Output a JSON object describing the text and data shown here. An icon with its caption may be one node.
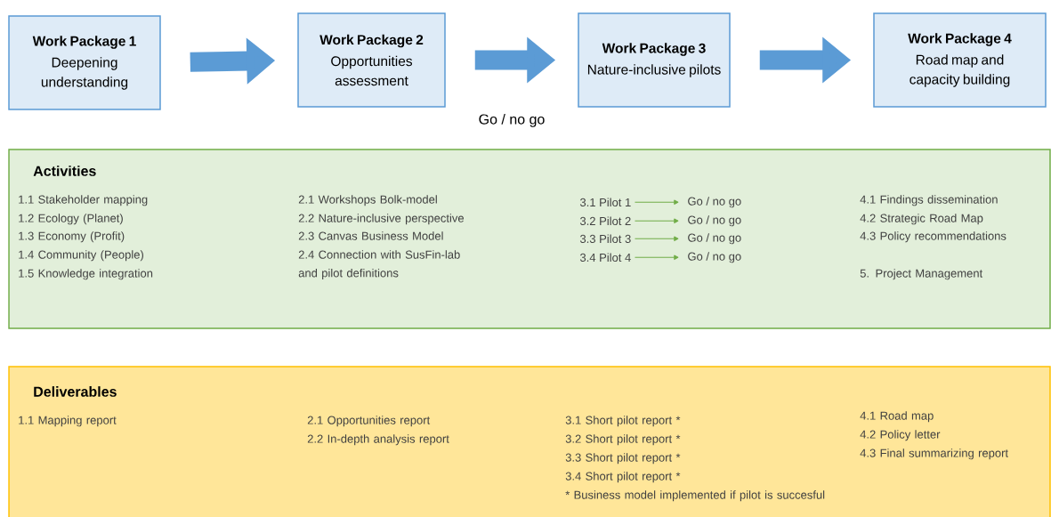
{
  "diagram": {
    "nodes": [
      {
        "text": [
          "Work Package 1",
          "Deepening understanding"
        ]
      },
      {
        "text": [
          "Work Package 2",
          "Opportunities assessment"
        ]
      },
      {
        "text": [
          "Work Package 3",
          "Nature-inclusive pilots"
        ]
      },
      {
        "text": [
          "Work Package 4",
          "Road map and capacity building"
        ]
      },
      {
        "text": [
          "Activities",
          "1.1 Stakeholder mapping",
          "1.2 Ecology (Planet)",
          "1.3 Economy (Profit)",
          "1.4 Community (People)",
          "1.5 Knowledge integration",
          "2.1 Workshops Bolk-model",
          "2.2 Nature-inclusive perspective",
          "2.3 Canvas Business Model",
          "2.4 Connection with SusFin-lab and pilot definitions",
          "4.1 Findings dissemination",
          "4.2 Strategic Road Map",
          "4.3 Policy recommendations",
          "5. Project Management"
        ]
      },
      {
        "text": [
          "3.1 Pilot 1"
        ],
        "in": 4
      },
      {
        "text": [
          "Go / no go"
        ],
        "in": 4
      },
      {
        "text": [
          "3.2 Pilot 2"
        ],
        "in": 4
      },
      {
        "text": [
          "Go / no go"
        ],
        "in": 4
      },
      {
        "text": [
          "3.3 Pilot 3"
        ],
        "in": 4
      },
      {
        "text": [
          "Go / no go"
        ],
        "in": 4
      },
      {
        "text": [
          "3.4 Pilot 4"
        ],
        "in": 4
      },
      {
        "text": [
          "Go / no go"
        ],
        "in": 4
      },
      {
        "text": [
          "Deliverables",
          "1.1 Mapping report",
          "2.1 Opportunities report",
          "2.2 In-depth analysis report",
          "3.1 Short pilot report *",
          "3.2 Short pilot report *",
          "3.3 Short pilot report *",
          "3.4 Short pilot report *",
          "* Business model implemented if pilot is succesful",
          "4.1 Road map",
          "4.2 Policy letter",
          "4.3 Final summarizing report"
        ]
      }
    ],
    "edges": [
      {
        "from": 0,
        "to": 1,
        "arrow": "to",
        "style": "thick",
        "color": "#5b9bd5"
      },
      {
        "from": 1,
        "to": 2,
        "arrow": "to",
        "style": "thick",
        "color": "#5b9bd5",
        "label": "Go / no go"
      },
      {
        "from": 2,
        "to": 3,
        "arrow": "to",
        "style": "thick",
        "color": "#5b9bd5"
      },
      {
        "from": 5,
        "to": 6,
        "arrow": "to",
        "color": "#70ad47"
      },
      {
        "from": 7,
        "to": 8,
        "arrow": "to",
        "color": "#70ad47"
      },
      {
        "from": 9,
        "to": 10,
        "arrow": "to",
        "color": "#70ad47"
      },
      {
        "from": 11,
        "to": 12,
        "arrow": "to",
        "color": "#70ad47"
      }
    ]
  }
}
